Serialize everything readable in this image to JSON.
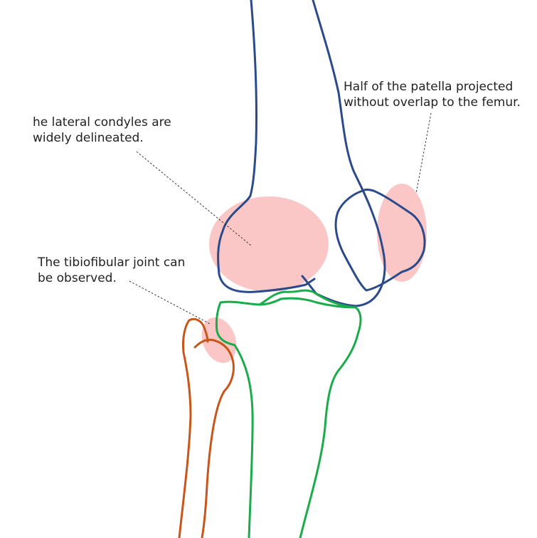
{
  "annotations": {
    "lateral_condyles": {
      "line1": "he lateral condyles are",
      "line2": "widely delineated."
    },
    "patella": {
      "line1": "Half of the patella projected",
      "line2": "without overlap to the femur."
    },
    "tibiofibular": {
      "line1": "The tibiofibular joint can",
      "line2": "be observed."
    }
  },
  "colors": {
    "femur": "#2b4a8a",
    "tibia": "#1aab4a",
    "fibula": "#c8561a",
    "highlight": "#fbc6c6"
  }
}
